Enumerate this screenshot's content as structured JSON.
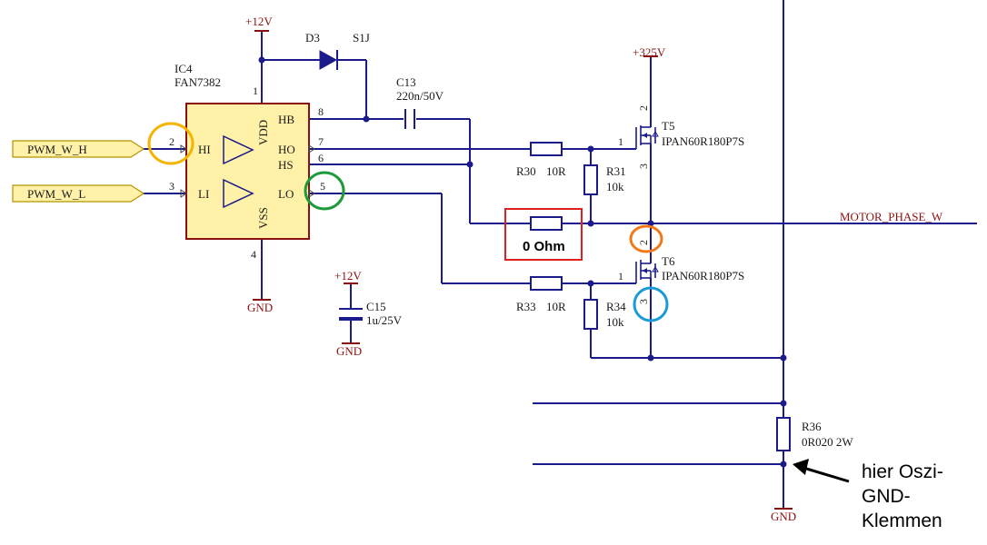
{
  "ic": {
    "ref": "IC4",
    "part": "FAN7382",
    "pins": {
      "hb": "HB",
      "ho": "HO",
      "hs": "HS",
      "lo": "LO",
      "hi": "HI",
      "li": "LI",
      "vdd": "VDD",
      "vss": "VSS"
    },
    "pin_numbers": {
      "p1": "1",
      "p2": "2",
      "p3": "3",
      "p4": "4",
      "p5": "5",
      "p6": "6",
      "p7": "7",
      "p8": "8"
    }
  },
  "inputs": {
    "high": "PWM_W_H",
    "low": "PWM_W_L"
  },
  "power": {
    "v12_top": "+12V",
    "v12_cap": "+12V",
    "v325": "+325V",
    "gnd_ic": "GND",
    "gnd_cap": "GND",
    "gnd_bottom": "GND"
  },
  "diode": {
    "ref": "D3",
    "part": "S1J"
  },
  "c13": {
    "ref": "C13",
    "value": "220n/50V"
  },
  "c15": {
    "ref": "C15",
    "value": "1u/25V"
  },
  "r30": {
    "ref": "R30",
    "value": "10R"
  },
  "r31": {
    "ref": "R31",
    "value": "10k"
  },
  "r33": {
    "ref": "R33",
    "value": "10R"
  },
  "r34": {
    "ref": "R34",
    "value": "10k"
  },
  "r36": {
    "ref": "R36",
    "value": "0R020 2W"
  },
  "t5": {
    "ref": "T5",
    "part": "IPAN60R180P7S",
    "pin_gate": "1",
    "pin_drain": "2",
    "pin_source": "3"
  },
  "t6": {
    "ref": "T6",
    "part": "IPAN60R180P7S",
    "pin_gate": "1",
    "pin_drain": "2",
    "pin_source": "3"
  },
  "net_label": "MOTOR_PHASE_W",
  "zero_ohm_label": "0 Ohm",
  "annotation": {
    "line1": "hier Oszi-",
    "line2": "GND-",
    "line3": "Klemmen"
  },
  "colors": {
    "wire": "#1b1b8c",
    "ic_fill": "#fff2a8",
    "ic_border": "#8a1010",
    "input_fill": "#fff2a8",
    "circle_yellow": "#f5b400",
    "circle_green": "#1d9a3a",
    "circle_orange": "#f07a1a",
    "circle_blue": "#1a9ad6",
    "box_red": "#e02020",
    "power_text": "#8a1010"
  }
}
